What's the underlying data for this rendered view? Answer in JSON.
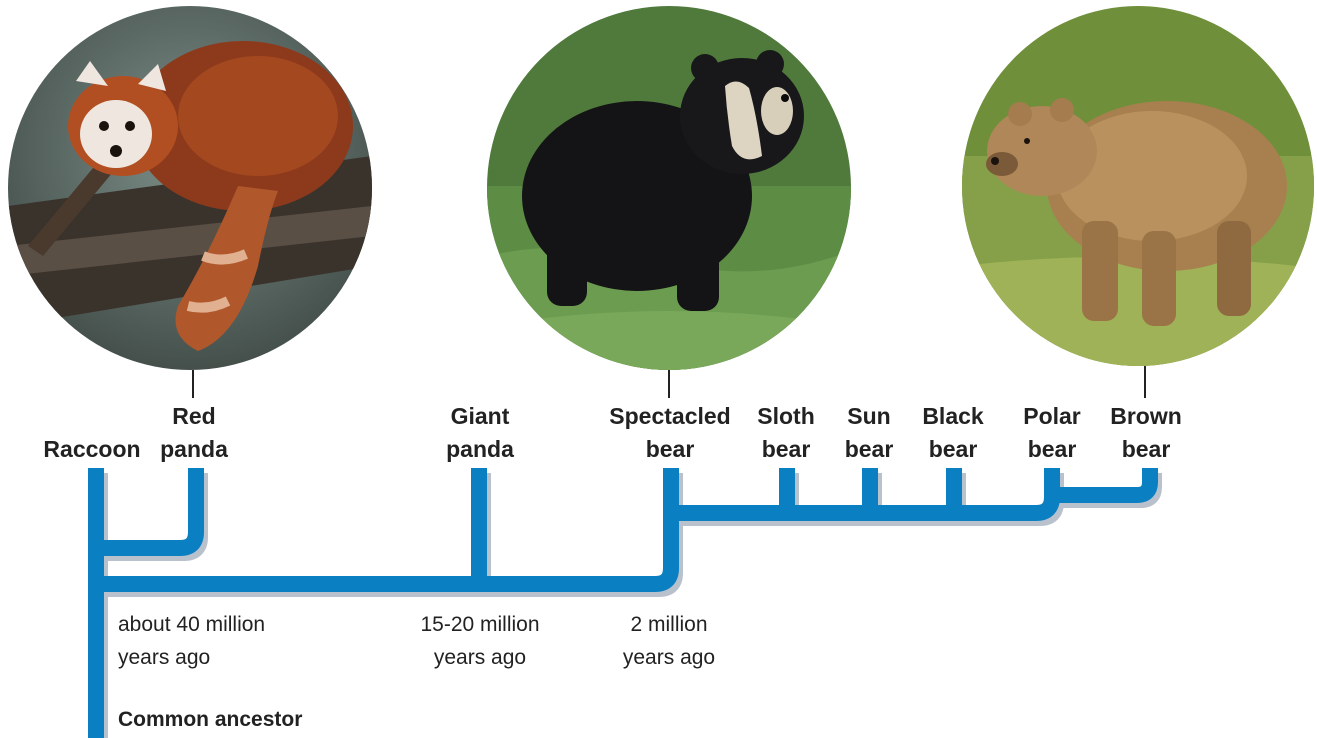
{
  "species": [
    {
      "id": "raccoon",
      "label": "Raccoon"
    },
    {
      "id": "red-panda",
      "label": "Red\npanda"
    },
    {
      "id": "giant-panda",
      "label": "Giant\npanda"
    },
    {
      "id": "spectacled-bear",
      "label": "Spectacled\nbear"
    },
    {
      "id": "sloth-bear",
      "label": "Sloth\nbear"
    },
    {
      "id": "sun-bear",
      "label": "Sun\nbear"
    },
    {
      "id": "black-bear",
      "label": "Black\nbear"
    },
    {
      "id": "polar-bear",
      "label": "Polar\nbear"
    },
    {
      "id": "brown-bear",
      "label": "Brown\nbear"
    }
  ],
  "times": [
    {
      "id": "time-40",
      "label": "about 40 million\nyears ago"
    },
    {
      "id": "time-15-20",
      "label": "15-20 million\nyears ago"
    },
    {
      "id": "time-2",
      "label": "2 million\nyears ago"
    }
  ],
  "root_label": "Common ancestor",
  "photos": [
    {
      "id": "red-panda-photo",
      "subject": "red panda"
    },
    {
      "id": "spectacled-bear-photo",
      "subject": "spectacled bear"
    },
    {
      "id": "brown-bear-photo",
      "subject": "brown bear"
    }
  ],
  "colors": {
    "branch": "#0a7fc2",
    "branch_shadow": "#b9c2cc",
    "text": "#222222"
  }
}
